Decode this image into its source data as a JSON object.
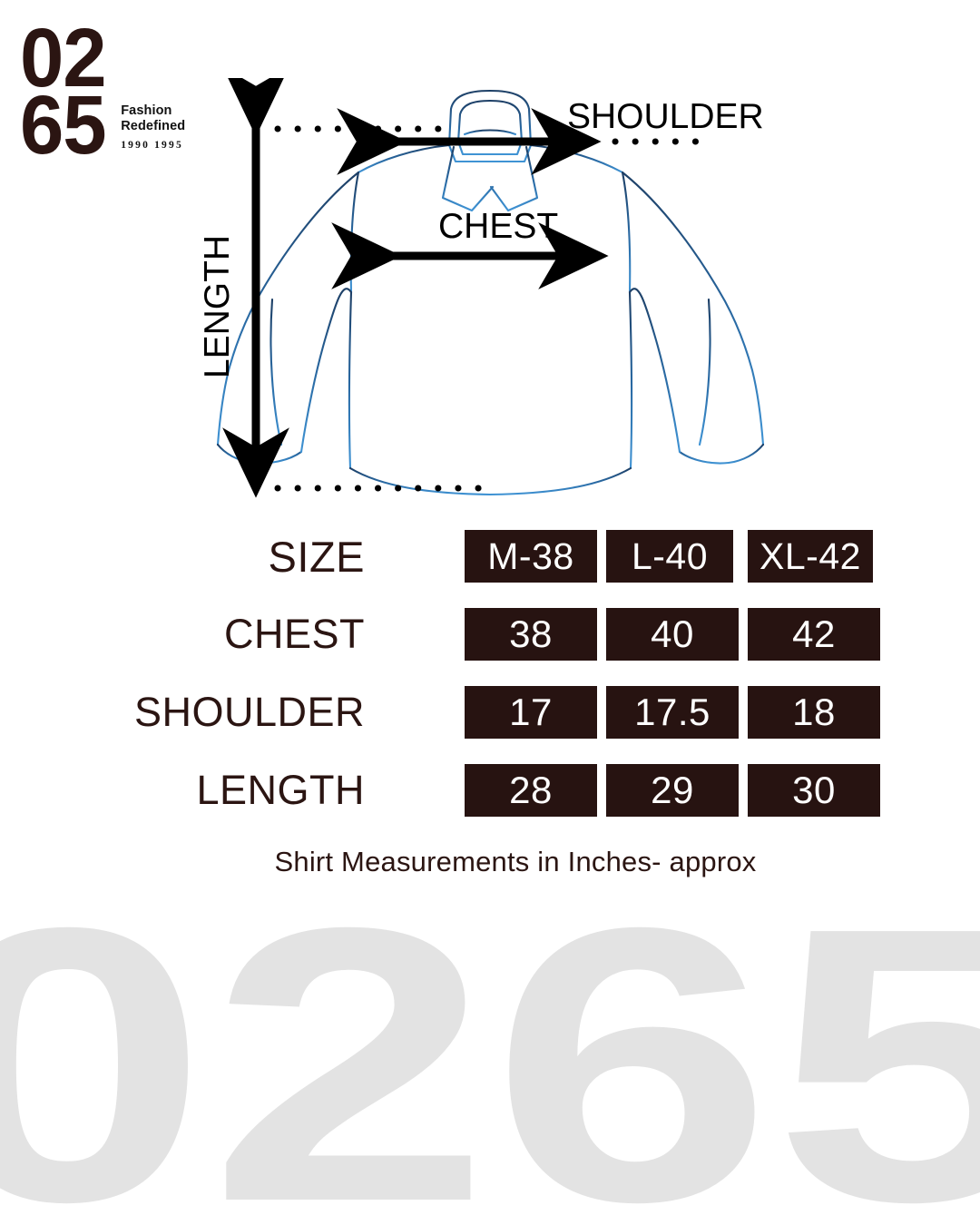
{
  "brand": {
    "number_top": "02",
    "number_bottom": "65",
    "tagline_line1": "Fashion",
    "tagline_line2": "Redefined",
    "years": "1990 1995",
    "logo_color": "#2b1512"
  },
  "diagram": {
    "shoulder_label": "SHOULDER",
    "chest_label": "CHEST",
    "length_label": "LENGTH",
    "line_color_dark": "#1d3f66",
    "line_color_light": "#3a8fd0",
    "arrow_color": "#000000"
  },
  "table": {
    "badge_color": "#271311",
    "badge_text_color": "#ffffff",
    "label_color": "#2b1512",
    "rows": [
      {
        "label": "SIZE",
        "values": [
          "M-38",
          "L-40",
          "XL-42"
        ]
      },
      {
        "label": "CHEST",
        "values": [
          "38",
          "40",
          "42"
        ]
      },
      {
        "label": "SHOULDER",
        "values": [
          "17",
          "17.5",
          "18"
        ]
      },
      {
        "label": "LENGTH",
        "values": [
          "28",
          "29",
          "30"
        ]
      }
    ]
  },
  "caption": "Shirt Measurements in Inches- approx",
  "watermark": {
    "text": "0265",
    "color": "#e3e3e3"
  }
}
